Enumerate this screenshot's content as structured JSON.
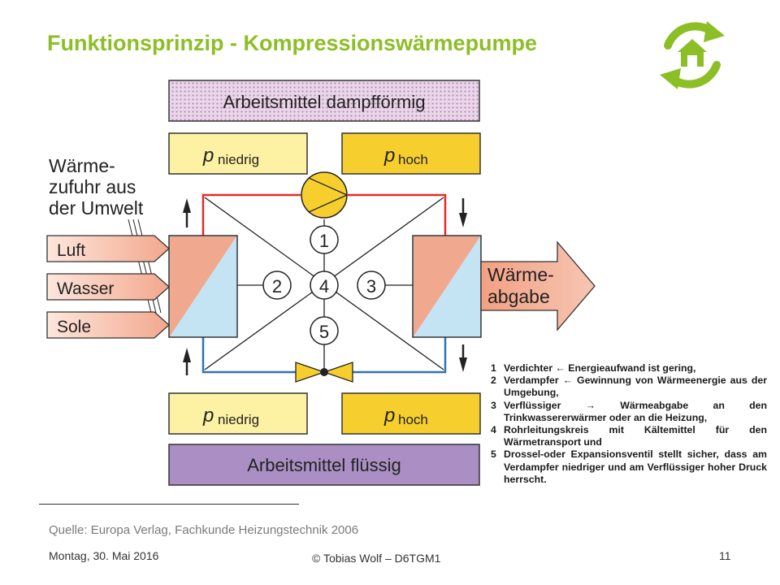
{
  "slide": {
    "title": "Funktionsprinzip - Kompressionswärmepumpe",
    "source": "Quelle: Europa Verlag, Fachkunde Heizungstechnik 2006",
    "footer_date": "Montag, 30. Mai 2016",
    "footer_copyright": "© Tobias Wolf – D6TGM1",
    "page_number": "11"
  },
  "diagram": {
    "top_banner": "Arbeitsmittel dampfförmig",
    "bottom_banner": "Arbeitsmittel flüssig",
    "pressure_symbol": "p",
    "pressure_low": "niedrig",
    "pressure_high": "hoch",
    "heat_input_lines": [
      "Wärme-",
      "zufuhr aus",
      "der Umwelt"
    ],
    "sources": [
      "Luft",
      "Wasser",
      "Sole"
    ],
    "output_lines": [
      "Wärme-",
      "abgabe"
    ],
    "numbers": [
      "1",
      "2",
      "3",
      "4",
      "5"
    ],
    "colors": {
      "title_green": "#8cbf26",
      "high_pressure_yellow": "#f6cf2e",
      "low_pressure_yellow": "#fdf2a3",
      "liquid_purple": "#ab8fc4",
      "vapor_dotted": "#e6d1e6",
      "hot_line_red": "#e52b2b",
      "cold_line_blue": "#2f72b5",
      "heat_salmon": "#f0a98e"
    }
  },
  "legend": [
    {
      "num": "1",
      "text": "Verdichter  ←  Energieaufwand ist gering,"
    },
    {
      "num": "2",
      "text": "Verdampfer  ←  Gewinnung von Wärmeenergie aus der Umgebung,"
    },
    {
      "num": "3",
      "text": "Verflüssiger  →  Wärmeabgabe an den Trinkwassererwärmer oder an die Heizung,"
    },
    {
      "num": "4",
      "text": "Rohrleitungskreis mit Kältemittel für den Wärmetransport und"
    },
    {
      "num": "5",
      "text": "Drossel-oder Expansionsventil stellt sicher, dass am Verdampfer niedriger und am Verflüssiger hoher Druck herrscht."
    }
  ]
}
